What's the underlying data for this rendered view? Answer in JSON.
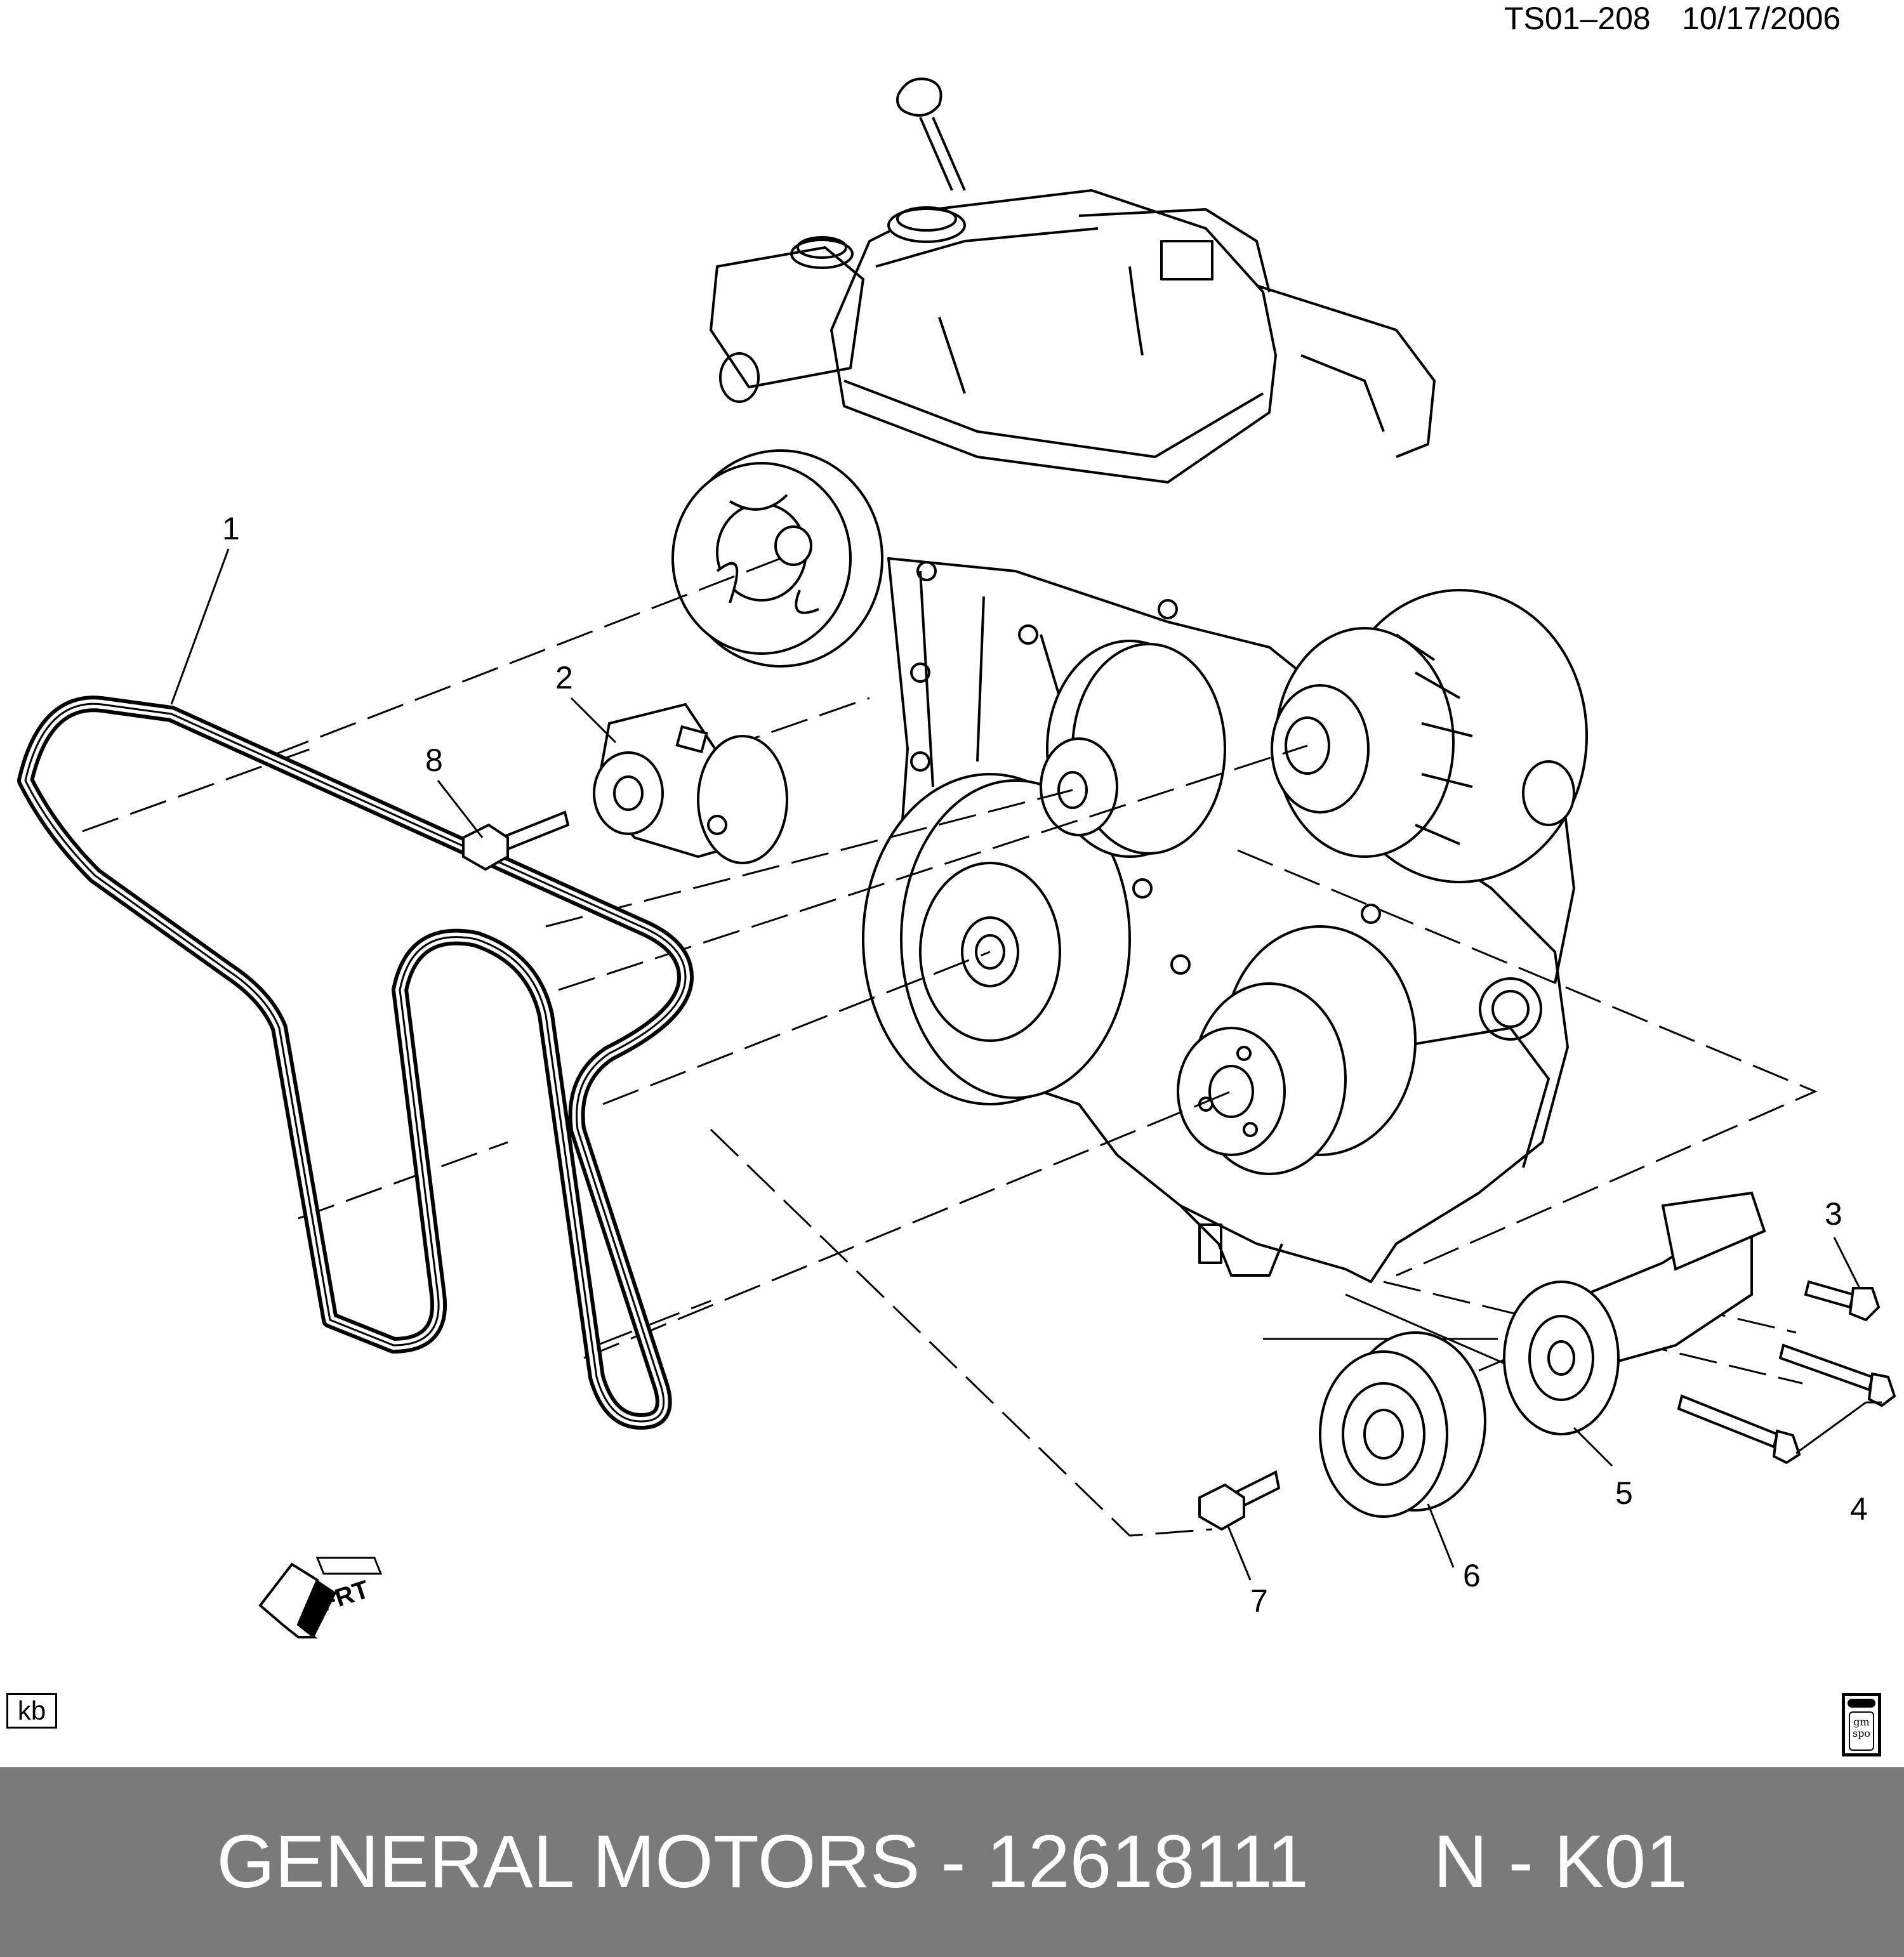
{
  "header": {
    "drawing_id": "TS01–208",
    "date": "10/17/2006"
  },
  "callouts": [
    "1",
    "2",
    "3",
    "4",
    "5",
    "6",
    "7",
    "8"
  ],
  "orientation_arrow": {
    "label": "FRT"
  },
  "stamps": {
    "left": "kb",
    "right_logo": "gm spo"
  },
  "footer": {
    "brand": "GENERAL MOTORS",
    "separator": "-",
    "part_number": "12618111",
    "code": "N - K01"
  },
  "colors": {
    "line": "#000000",
    "background": "#ffffff",
    "footer_bg": "#7a7a7a",
    "footer_text": "#ffffff"
  }
}
